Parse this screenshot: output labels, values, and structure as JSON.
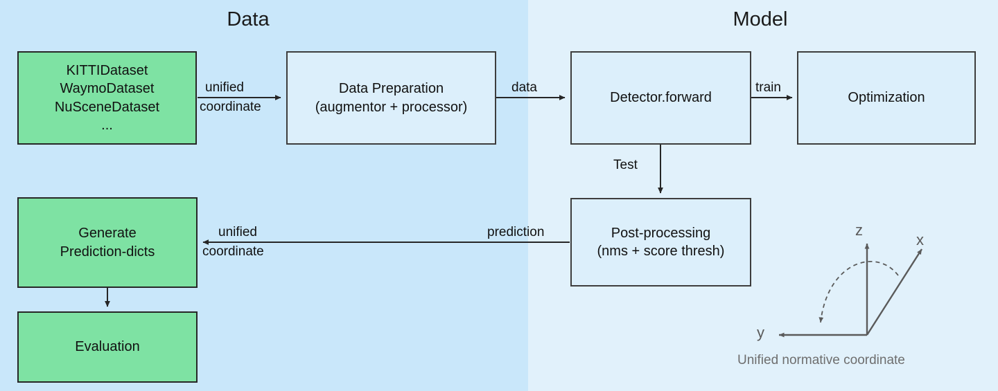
{
  "diagram": {
    "title_left": "Data",
    "title_right": "Model",
    "colors": {
      "panel_left_bg": "#c9e7fa",
      "panel_right_bg": "#e1f1fb",
      "node_green": "#7ee2a3",
      "node_blue": "#dcefFB",
      "stroke": "#262626",
      "axis_gray": "#6e6e6e"
    }
  },
  "nodes": {
    "datasets": {
      "line1": "KITTIDataset",
      "line2": "WaymoDataset",
      "line3": "NuSceneDataset",
      "line4": "..."
    },
    "data_preparation": {
      "line1": "Data Preparation",
      "line2": "(augmentor + processor)"
    },
    "detector_forward": {
      "line1": "Detector.forward"
    },
    "optimization": {
      "line1": "Optimization"
    },
    "post_processing": {
      "line1": "Post-processing",
      "line2": "(nms + score thresh)"
    },
    "generate_prediction_dicts": {
      "line1": "Generate",
      "line2": "Prediction-dicts"
    },
    "evaluation": {
      "line1": "Evaluation"
    }
  },
  "edges": {
    "datasets_to_prep": {
      "line1": "unified",
      "line2": "coordinate"
    },
    "prep_to_detector": {
      "line1": "data"
    },
    "detector_to_optimization": {
      "line1": "train"
    },
    "detector_to_post": {
      "line1": "Test"
    },
    "post_to_generate_right": {
      "line1": "prediction"
    },
    "post_to_generate_left": {
      "line1": "unified",
      "line2": "coordinate"
    }
  },
  "coordinate_frame": {
    "axis_z": "z",
    "axis_x": "x",
    "axis_y": "y",
    "caption": "Unified normative coordinate"
  }
}
